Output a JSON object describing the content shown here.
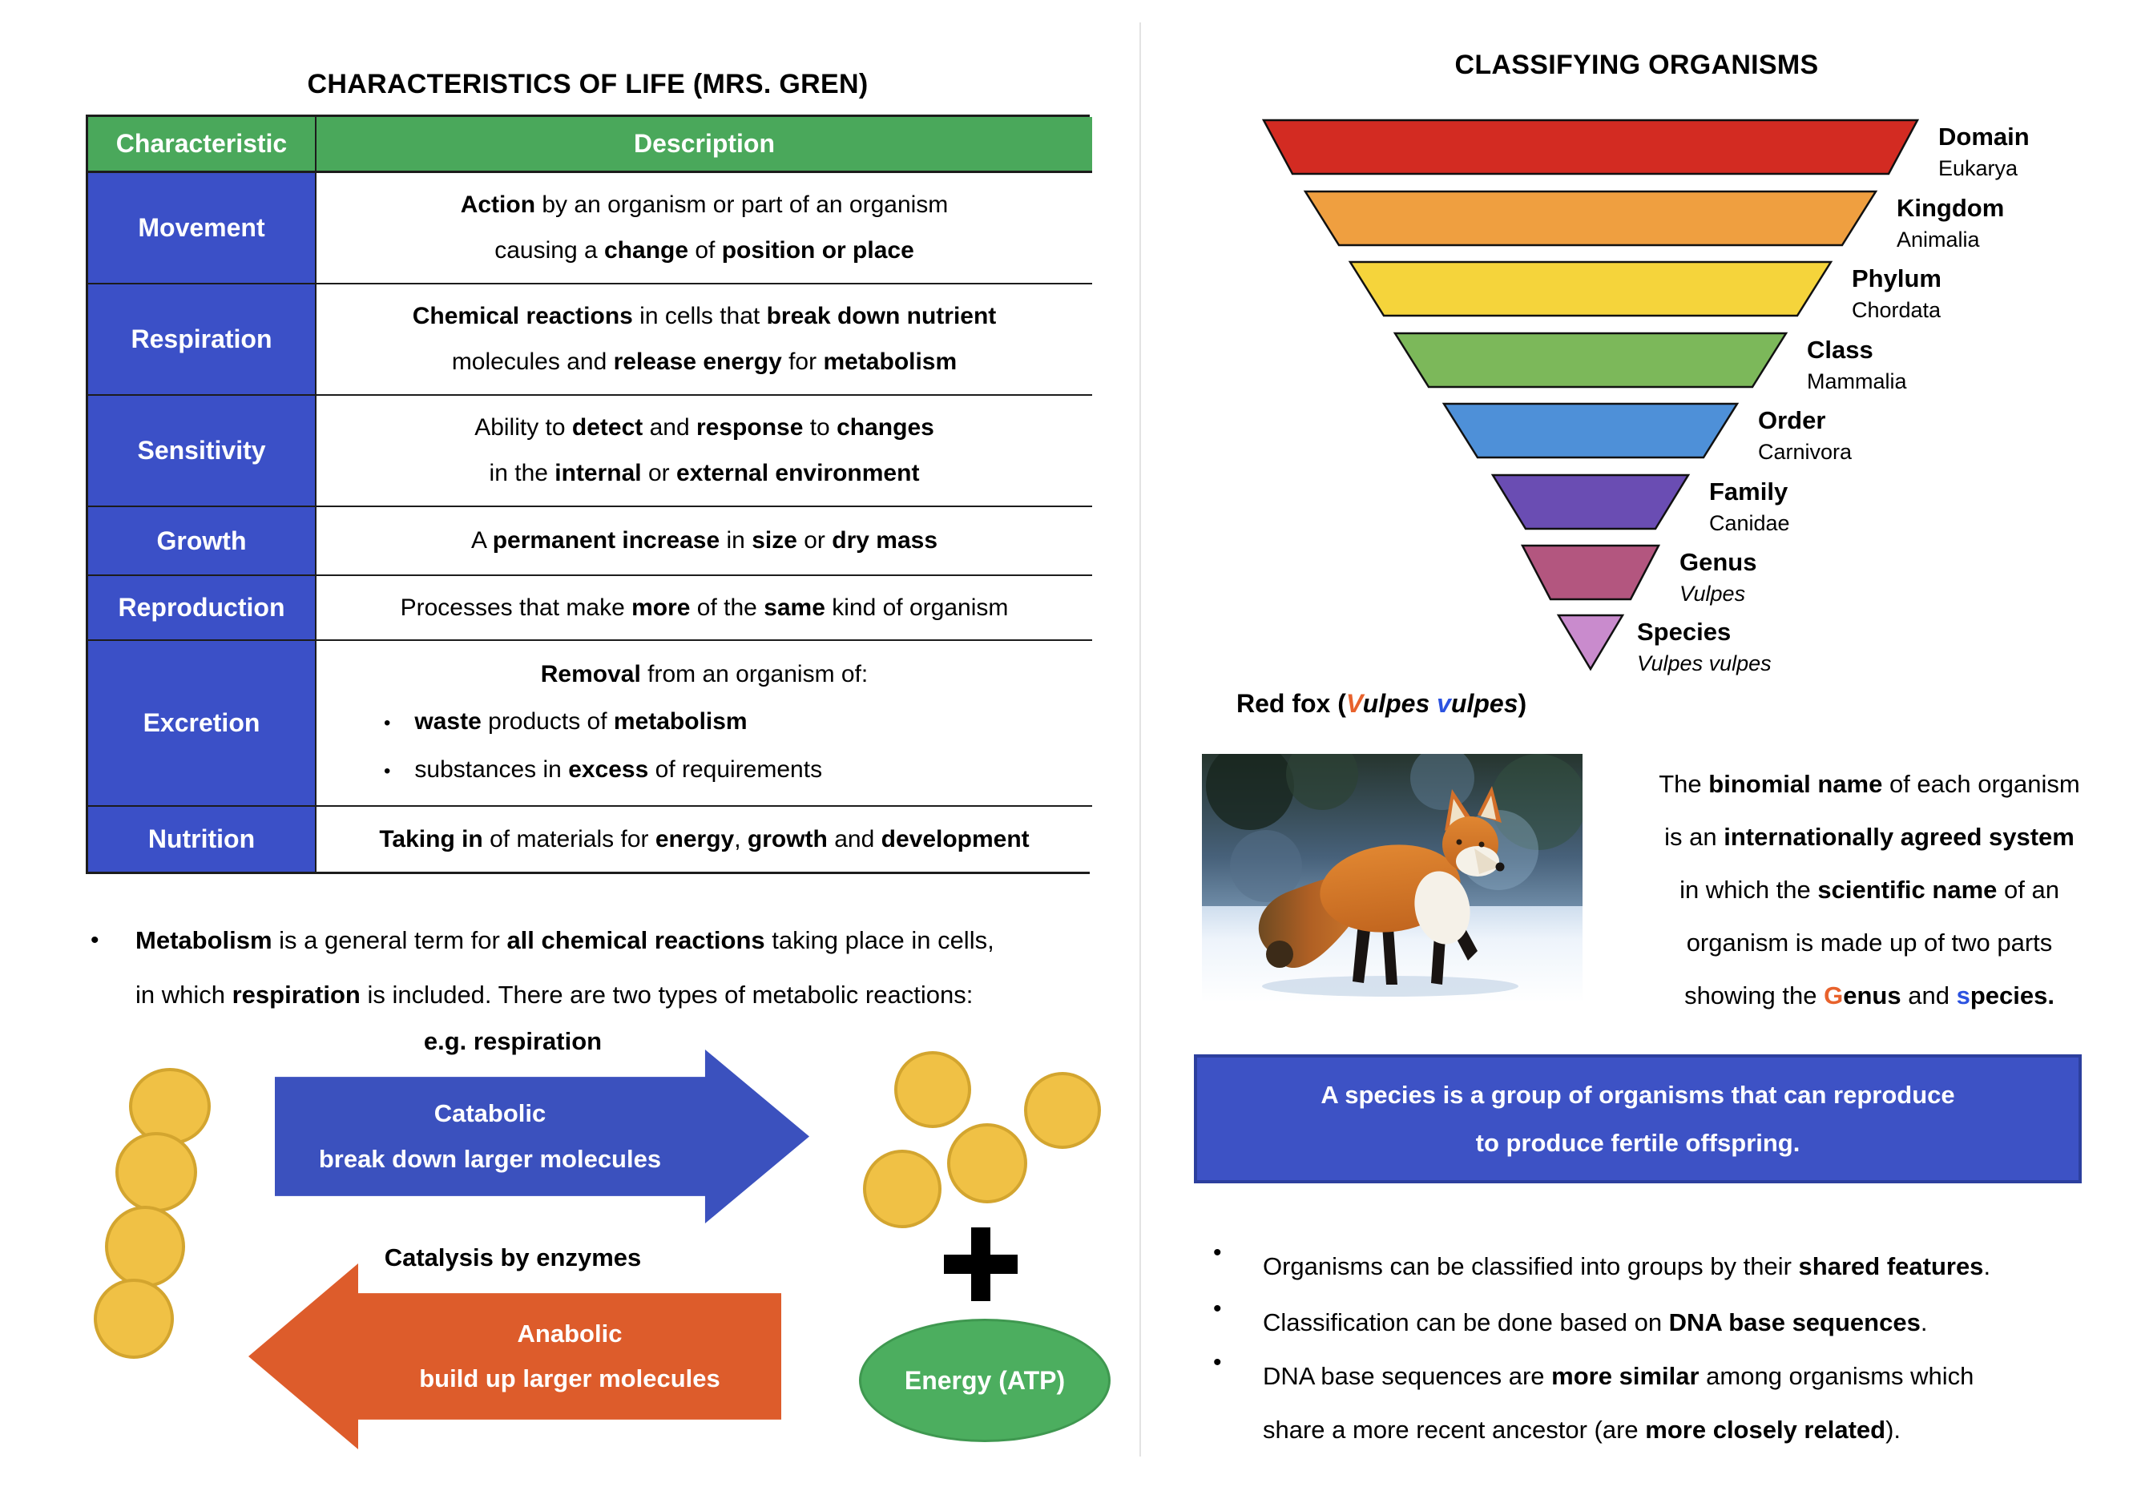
{
  "left": {
    "title": "CHARACTERISTICS OF LIFE (MRS. GREN)",
    "table": {
      "header": {
        "characteristic": "Characteristic",
        "description": "Description"
      },
      "header_bg": "#4AA85B",
      "row_bg": "#3B50C7",
      "rows": [
        {
          "name": "Movement",
          "lines": [
            {
              "seg": [
                {
                  "t": "Action",
                  "b": 1
                },
                {
                  "t": " by an organism or part of an organism"
                }
              ]
            },
            {
              "seg": [
                {
                  "t": "causing a "
                },
                {
                  "t": "change",
                  "b": 1
                },
                {
                  "t": " of "
                },
                {
                  "t": "position or place",
                  "b": 1
                }
              ]
            }
          ]
        },
        {
          "name": "Respiration",
          "lines": [
            {
              "seg": [
                {
                  "t": "Chemical reactions",
                  "b": 1
                },
                {
                  "t": " in cells that "
                },
                {
                  "t": "break down nutrient",
                  "b": 1
                }
              ]
            },
            {
              "seg": [
                {
                  "t": "molecules and "
                },
                {
                  "t": "release energy",
                  "b": 1
                },
                {
                  "t": " for "
                },
                {
                  "t": "metabolism",
                  "b": 1
                }
              ]
            }
          ]
        },
        {
          "name": "Sensitivity",
          "lines": [
            {
              "seg": [
                {
                  "t": "Ability to "
                },
                {
                  "t": "detect",
                  "b": 1
                },
                {
                  "t": " and "
                },
                {
                  "t": "response",
                  "b": 1
                },
                {
                  "t": " to "
                },
                {
                  "t": "changes",
                  "b": 1
                }
              ]
            },
            {
              "seg": [
                {
                  "t": "in the "
                },
                {
                  "t": "internal",
                  "b": 1
                },
                {
                  "t": " or "
                },
                {
                  "t": "external environment",
                  "b": 1
                }
              ]
            }
          ]
        },
        {
          "name": "Growth",
          "lines": [
            {
              "seg": [
                {
                  "t": "A "
                },
                {
                  "t": "permanent increase",
                  "b": 1
                },
                {
                  "t": " in "
                },
                {
                  "t": "size",
                  "b": 1
                },
                {
                  "t": " or "
                },
                {
                  "t": "dry mass",
                  "b": 1
                }
              ]
            }
          ]
        },
        {
          "name": "Reproduction",
          "lines": [
            {
              "seg": [
                {
                  "t": "Processes that make "
                },
                {
                  "t": "more",
                  "b": 1
                },
                {
                  "t": " of the "
                },
                {
                  "t": "same",
                  "b": 1
                },
                {
                  "t": " kind of organism"
                }
              ]
            }
          ]
        },
        {
          "name": "Excretion",
          "lines": [
            {
              "seg": [
                {
                  "t": "Removal",
                  "b": 1
                },
                {
                  "t": " from an organism of:"
                }
              ]
            },
            {
              "bullet": true,
              "seg": [
                {
                  "t": "waste",
                  "b": 1
                },
                {
                  "t": " products of "
                },
                {
                  "t": "metabolism",
                  "b": 1
                }
              ]
            },
            {
              "bullet": true,
              "seg": [
                {
                  "t": "substances in "
                },
                {
                  "t": "excess",
                  "b": 1
                },
                {
                  "t": " of requirements"
                }
              ]
            }
          ]
        },
        {
          "name": "Nutrition",
          "lines": [
            {
              "seg": [
                {
                  "t": "Taking in",
                  "b": 1
                },
                {
                  "t": " of materials for "
                },
                {
                  "t": "energy",
                  "b": 1
                },
                {
                  "t": ", "
                },
                {
                  "t": "growth",
                  "b": 1
                },
                {
                  "t": " and "
                },
                {
                  "t": "development",
                  "b": 1
                }
              ]
            }
          ]
        }
      ]
    },
    "metabolism_note": {
      "marker": "•",
      "lines": [
        [
          {
            "t": "Metabolism",
            "b": 1
          },
          {
            "t": " is a general term for "
          },
          {
            "t": "all chemical reactions",
            "b": 1
          },
          {
            "t": " taking place in cells,"
          }
        ],
        [
          {
            "t": "in which "
          },
          {
            "t": "respiration",
            "b": 1
          },
          {
            "t": " is included. There are two types of metabolic reactions:"
          }
        ]
      ]
    },
    "diagram": {
      "eg_label": "e.g. respiration",
      "catalysis_label": "Catalysis by enzymes",
      "catabolic": {
        "color": "#3B51BE",
        "lines": [
          "Catabolic",
          "break down larger molecules"
        ]
      },
      "anabolic": {
        "color": "#DD5C2B",
        "lines": [
          "Anabolic",
          "build up larger molecules"
        ]
      },
      "plus_symbol": "+",
      "energy": {
        "label": "Energy (ATP)",
        "color": "#4CAE5F",
        "border": "#3F9850"
      },
      "molecule_fill": "#F0C145",
      "molecule_border": "#D3A52F"
    }
  },
  "right": {
    "title": "CLASSIFYING ORGANISMS",
    "funnel": [
      {
        "label": "Domain",
        "sub": "Eukarya",
        "color": "#D32B22",
        "italic": false
      },
      {
        "label": "Kingdom",
        "sub": "Animalia",
        "color": "#EF9F40",
        "italic": false
      },
      {
        "label": "Phylum",
        "sub": "Chordata",
        "color": "#F5D43B",
        "italic": false
      },
      {
        "label": "Class",
        "sub": "Mammalia",
        "color": "#7CB85A",
        "italic": false
      },
      {
        "label": "Order",
        "sub": "Carnivora",
        "color": "#4E90D8",
        "italic": false
      },
      {
        "label": "Family",
        "sub": "Canidae",
        "color": "#6A4DB3",
        "italic": false
      },
      {
        "label": "Genus",
        "sub": "Vulpes",
        "color": "#B3567F",
        "italic": true
      },
      {
        "label": "Species",
        "sub": "Vulpes vulpes",
        "color": "#C98BCD",
        "italic": true
      }
    ],
    "redfox_heading": [
      {
        "t": "Red fox (",
        "b": 1
      },
      {
        "t": "V",
        "b": 1,
        "i": 1,
        "c": "#E8622C"
      },
      {
        "t": "ulpes",
        "b": 1,
        "i": 1
      },
      {
        "t": " ",
        "b": 1
      },
      {
        "t": "v",
        "b": 1,
        "i": 1,
        "c": "#2B52E0"
      },
      {
        "t": "ulpes",
        "b": 1,
        "i": 1
      },
      {
        "t": ")",
        "b": 1
      }
    ],
    "binomial_lines": [
      [
        {
          "t": "The "
        },
        {
          "t": "binomial name",
          "b": 1
        },
        {
          "t": " of each organism"
        }
      ],
      [
        {
          "t": "is an "
        },
        {
          "t": "internationally agreed system",
          "b": 1
        }
      ],
      [
        {
          "t": "in which the "
        },
        {
          "t": "scientific name",
          "b": 1
        },
        {
          "t": " of an"
        }
      ],
      [
        {
          "t": "organism is made up of two parts"
        }
      ],
      [
        {
          "t": "showing the "
        },
        {
          "t": "G",
          "b": 1,
          "c": "#E8622C"
        },
        {
          "t": "enus",
          "b": 1
        },
        {
          "t": " and "
        },
        {
          "t": "s",
          "b": 1,
          "c": "#2B52E0"
        },
        {
          "t": "pecies.",
          "b": 1
        }
      ]
    ],
    "species_box": {
      "bg": "#3D52C5",
      "border": "#2C3F9E",
      "lines": [
        "A species is a group of organisms that can reproduce",
        "to produce fertile offspring."
      ]
    },
    "bullets": [
      {
        "lines": [
          [
            {
              "t": "Organisms can be classified into groups by their "
            },
            {
              "t": "shared features",
              "b": 1
            },
            {
              "t": "."
            }
          ]
        ]
      },
      {
        "lines": [
          [
            {
              "t": "Classification can be done based on "
            },
            {
              "t": "DNA base sequences",
              "b": 1
            },
            {
              "t": "."
            }
          ]
        ]
      },
      {
        "lines": [
          [
            {
              "t": "DNA base sequences are "
            },
            {
              "t": "more similar",
              "b": 1
            },
            {
              "t": " among organisms which"
            }
          ],
          [
            {
              "t": "share a more recent ancestor (are "
            },
            {
              "t": "more closely related",
              "b": 1
            },
            {
              "t": ")."
            }
          ]
        ]
      }
    ],
    "bullet_marker": "•"
  }
}
